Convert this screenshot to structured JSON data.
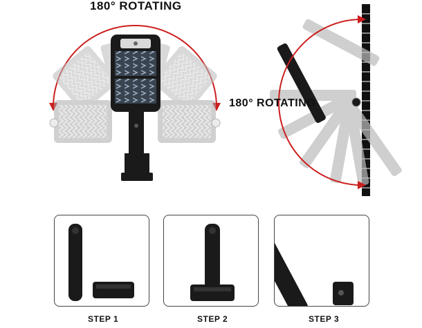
{
  "captions": {
    "top": "180° ROTATING",
    "middle": "180° ROTATING"
  },
  "steps": [
    {
      "label": "STEP 1"
    },
    {
      "label": "STEP 2"
    },
    {
      "label": "STEP 3"
    }
  ],
  "colors": {
    "arc": "#cc1f1f",
    "body": "#1a1a1a",
    "ghost": "#b9b9b9",
    "border": "#444444"
  },
  "icons": [
    "solar-light-icon",
    "rotation-arc-icon",
    "mount-bracket-icon"
  ]
}
